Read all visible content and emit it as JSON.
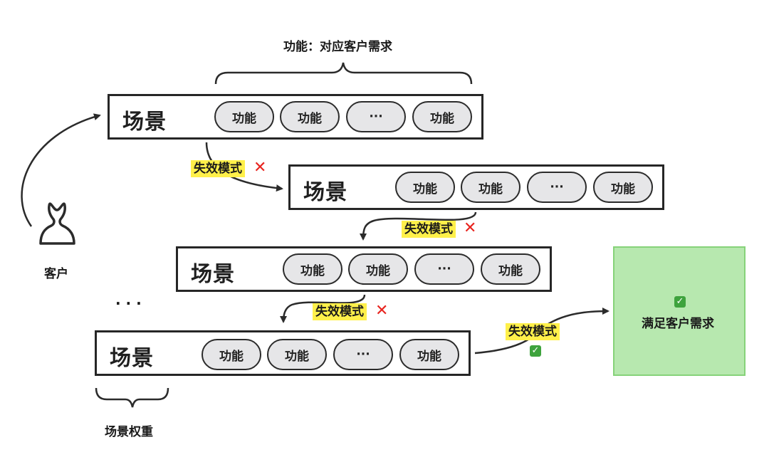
{
  "top_brace_label": "功能：对应客户需求",
  "bottom_brace_label": "场景权重",
  "customer_label": "客户",
  "ellipsis": "· · ·",
  "scenes": [
    {
      "title": "场景",
      "items": [
        "功能",
        "功能",
        "···",
        "功能"
      ]
    },
    {
      "title": "场景",
      "items": [
        "功能",
        "功能",
        "···",
        "功能"
      ]
    },
    {
      "title": "场景",
      "items": [
        "功能",
        "功能",
        "···",
        "功能"
      ]
    },
    {
      "title": "场景",
      "items": [
        "功能",
        "功能",
        "···",
        "功能"
      ]
    }
  ],
  "failure_tags": [
    {
      "text": "失效模式",
      "result": "fail"
    },
    {
      "text": "失效模式",
      "result": "fail"
    },
    {
      "text": "失效模式",
      "result": "fail"
    },
    {
      "text": "失效模式",
      "result": "pass"
    }
  ],
  "goal": {
    "label": "满足客户需求",
    "check": "✓"
  },
  "colors": {
    "highlight": "#fff04a",
    "fail": "#e8241f",
    "pass": "#3ea33d",
    "goal_bg": "#b7e8af"
  }
}
